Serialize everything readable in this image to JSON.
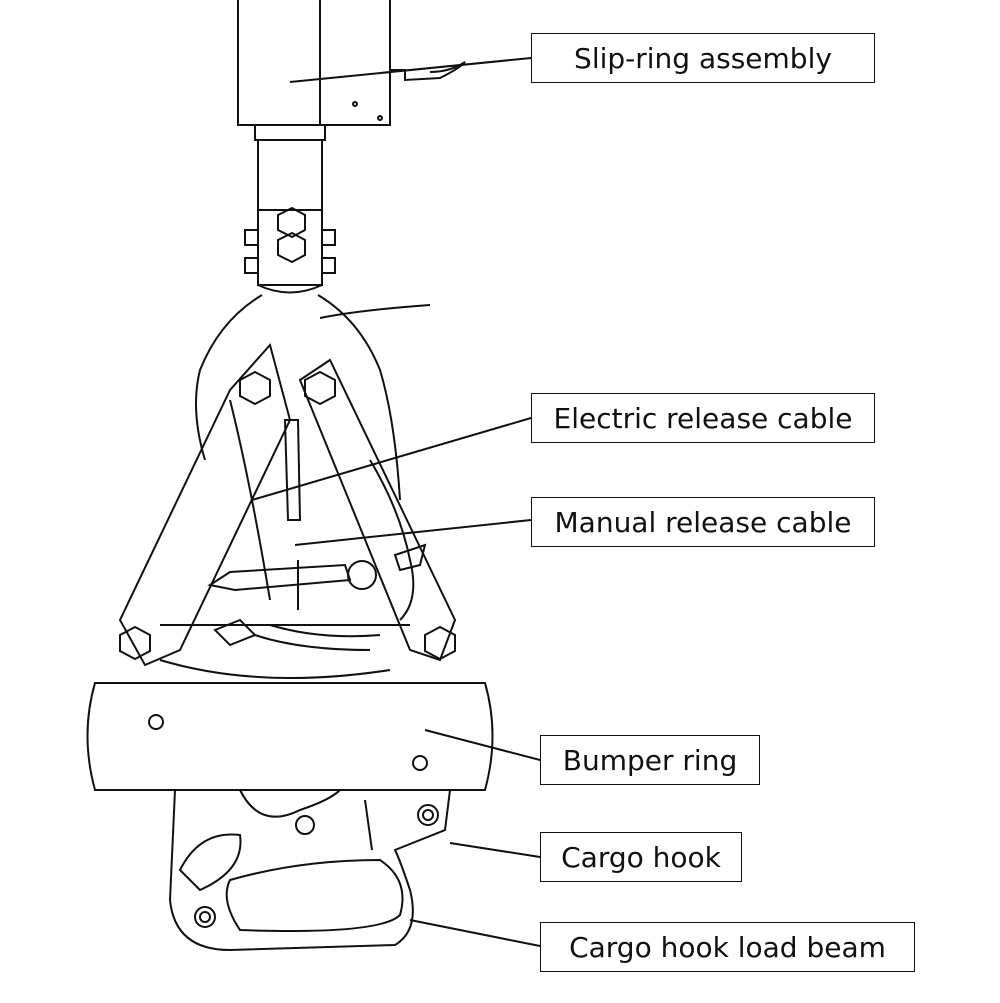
{
  "labels": {
    "slip_ring": "Slip-ring assembly",
    "electric_cable": "Electric release cable",
    "manual_cable": "Manual release cable",
    "bumper_ring": "Bumper ring",
    "cargo_hook": "Cargo hook",
    "load_beam": "Cargo hook load beam"
  },
  "colors": {
    "line": "#111111",
    "background": "#ffffff"
  }
}
